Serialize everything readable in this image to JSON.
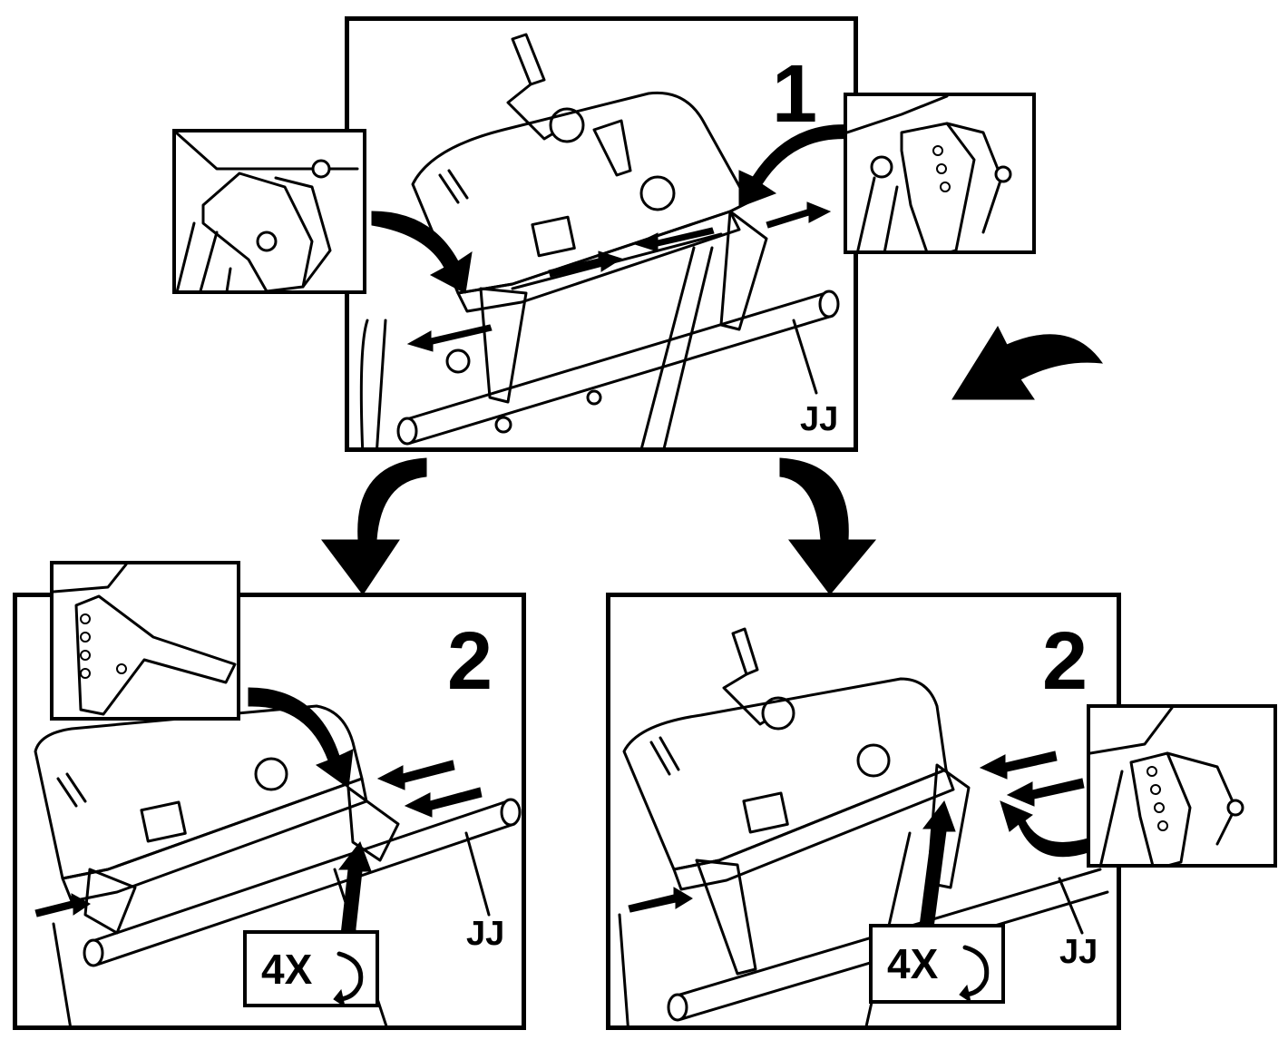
{
  "panels": [
    {
      "step": "1",
      "callout": "JJ"
    },
    {
      "step": "2",
      "callout": "JJ",
      "turn_label": "4X"
    },
    {
      "step": "2",
      "callout": "JJ",
      "turn_label": "4X"
    }
  ]
}
